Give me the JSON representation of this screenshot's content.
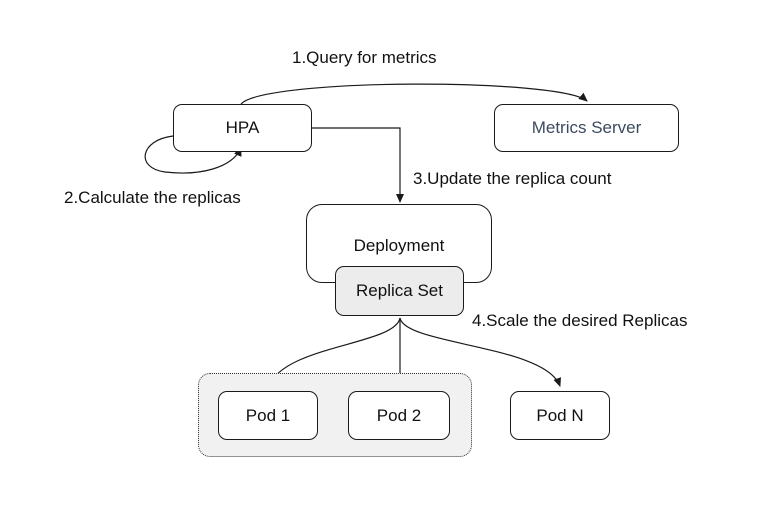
{
  "nodes": {
    "hpa": "HPA",
    "metrics_server": "Metrics Server",
    "deployment": "Deployment",
    "replica_set": "Replica Set",
    "pod1": "Pod 1",
    "pod2": "Pod 2",
    "podn": "Pod N"
  },
  "steps": {
    "query": "1.Query for metrics",
    "calculate": "2.Calculate the replicas",
    "update": "3.Update the replica count",
    "scale": "4.Scale the desired Replicas"
  },
  "colors": {
    "metrics_server_text": "#3c4a5e",
    "replica_set_fill": "#ececec",
    "pod_group_fill": "#f1f1f1"
  }
}
